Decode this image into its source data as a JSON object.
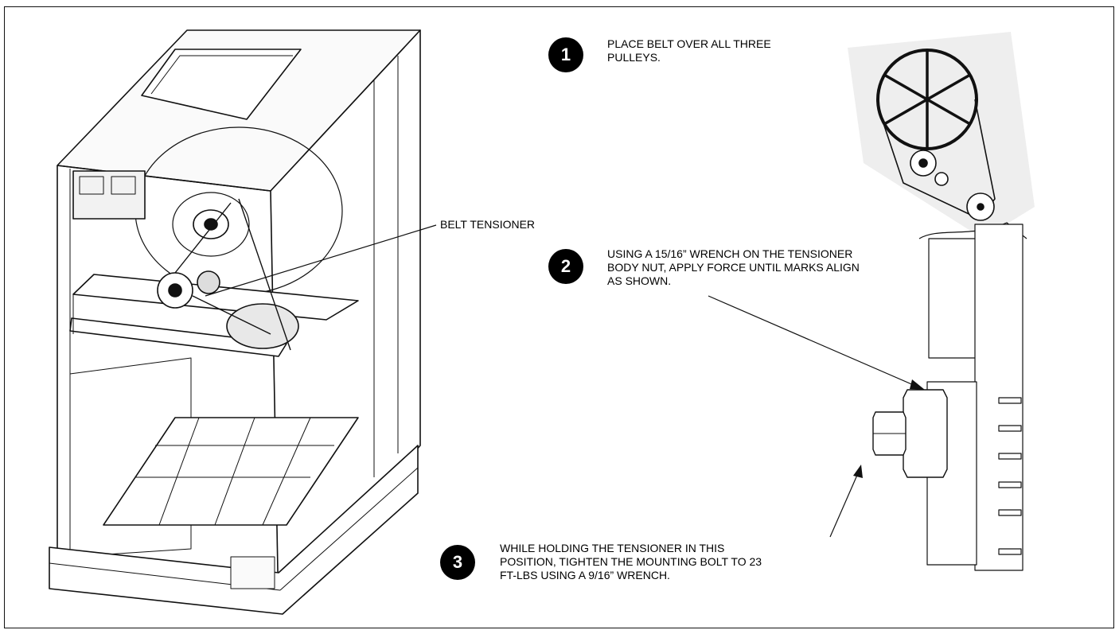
{
  "callouts": {
    "belt_tensioner": "BELT TENSIONER"
  },
  "steps": [
    {
      "number": "1",
      "text": "PLACE BELT OVER ALL THREE\nPULLEYS."
    },
    {
      "number": "2",
      "text": "USING A 15/16” WRENCH ON THE TENSIONER\nBODY NUT, APPLY FORCE UNTIL MARKS ALIGN\nAS SHOWN."
    },
    {
      "number": "3",
      "text": "WHILE HOLDING THE TENSIONER IN THIS\nPOSITION, TIGHTEN THE MOUNTING BOLT TO 23\nFT-LBS USING A 9/16” WRENCH."
    }
  ],
  "colors": {
    "line": "#111111",
    "badge": "#000000",
    "shade": "#eeeeee"
  }
}
